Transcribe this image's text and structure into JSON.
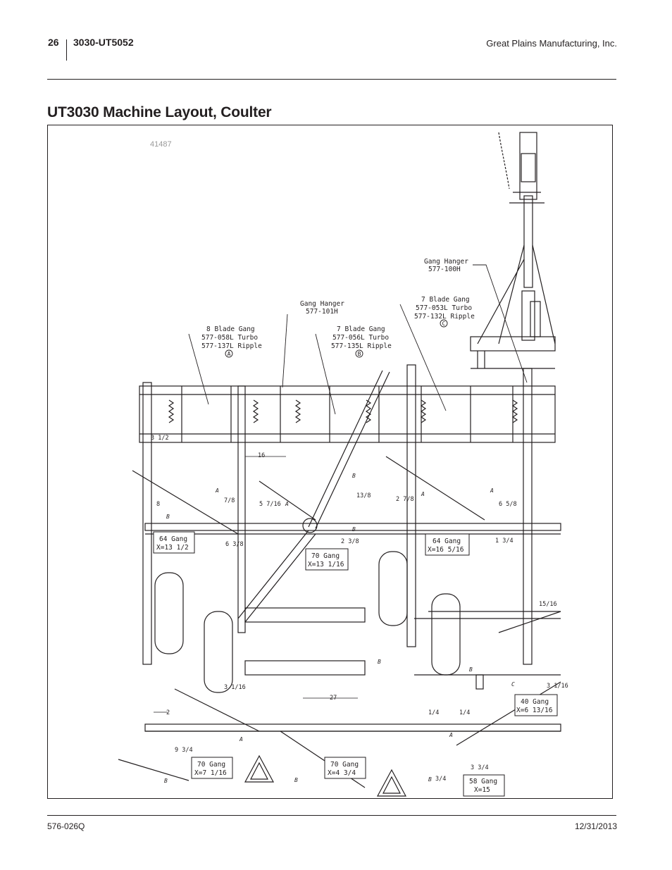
{
  "header": {
    "page_number": "26",
    "doc_id": "3030-UT5052",
    "company": "Great Plains Manufacturing, Inc."
  },
  "title": "UT3030 Machine Layout, Coulter",
  "figure": {
    "figure_id": "41487",
    "callouts": {
      "hanger_101": [
        "Gang Hanger",
        "577-101H"
      ],
      "hanger_100": [
        "Gang Hanger",
        "577-100H"
      ],
      "gang8": [
        "8 Blade Gang",
        "577-058L Turbo",
        "577-137L Ripple"
      ],
      "gang7b": [
        "7 Blade Gang",
        "577-056L Turbo",
        "577-135L Ripple"
      ],
      "gang7c": [
        "7 Blade Gang",
        "577-053L Turbo",
        "577-132L Ripple"
      ]
    },
    "markers": {
      "a": "A",
      "b": "B",
      "c": "C"
    },
    "gang_boxes": {
      "g64a": [
        "64 Gang",
        "X=13 1/2"
      ],
      "g70a": [
        "70 Gang",
        "X=13 1/16"
      ],
      "g64b": [
        "64 Gang",
        "X=16 5/16"
      ],
      "g40": [
        "40 Gang",
        "X=6 13/16"
      ],
      "g70b": [
        "70 Gang",
        "X=7 1/16"
      ],
      "g70c": [
        "70 Gang",
        "X=4 3/4"
      ],
      "g58": [
        "58 Gang",
        "X=15"
      ]
    },
    "dims": {
      "d16": "16",
      "d27": "27",
      "d2": "2",
      "d3half": "3 1/2",
      "d8": "8",
      "d78a": "7/8",
      "d5716": "5 7/16",
      "d1378": "13/8",
      "d278": "2 7/8",
      "d238": "2 3/8",
      "d638": "6 3/8",
      "d316": "3 1/16",
      "d934": "9 3/4",
      "d14a": "1/4",
      "d14b": "1/4",
      "d334": "3 3/4",
      "d34": "3/4",
      "d134": "1 3/4",
      "d1516": "15/16",
      "d3116": "3 1/16",
      "d658": "6 5/8"
    },
    "letters": [
      "A",
      "B",
      "A",
      "B",
      "A",
      "B",
      "B",
      "A",
      "A",
      "B",
      "B",
      "B",
      "B",
      "C",
      "A"
    ]
  },
  "footer": {
    "part_number": "576-026Q",
    "date": "12/31/2013"
  }
}
